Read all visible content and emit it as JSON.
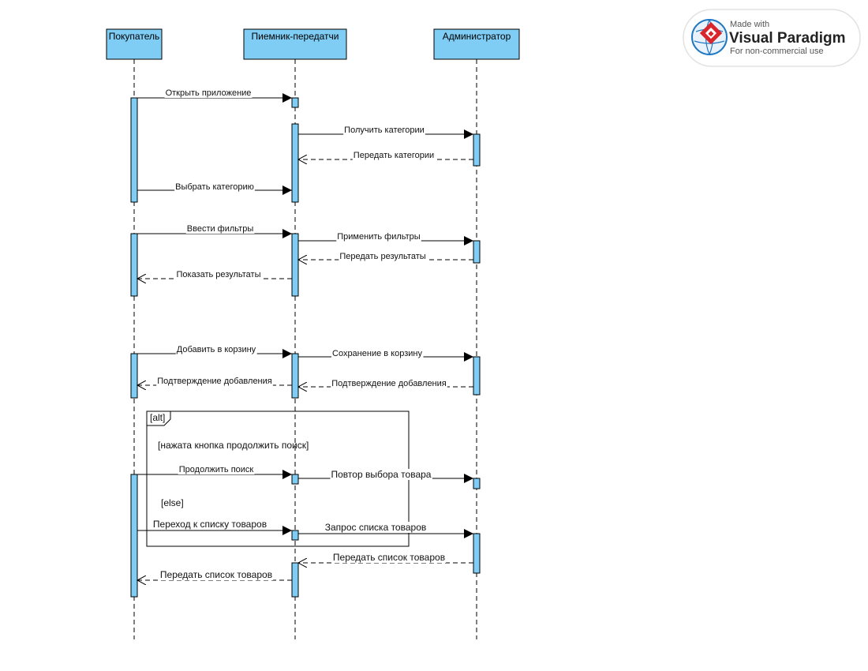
{
  "colors": {
    "fill": "#7fcdf5",
    "line": "#000000",
    "badge_red": "#d9262b",
    "badge_blue": "#1f78c1"
  },
  "lifelines": [
    {
      "id": "buyer",
      "label": "Покупатель"
    },
    {
      "id": "rx",
      "label": "Пиемник-передатчи"
    },
    {
      "id": "admin",
      "label": "Администратор"
    }
  ],
  "messages": [
    {
      "from": "buyer",
      "to": "rx",
      "label": "Открыть приложение",
      "kind": "sync"
    },
    {
      "from": "rx",
      "to": "admin",
      "label": "Получить категории",
      "kind": "sync"
    },
    {
      "from": "admin",
      "to": "rx",
      "label": "Передать категории",
      "kind": "reply"
    },
    {
      "from": "buyer",
      "to": "rx",
      "label": "Выбрать категорию",
      "kind": "sync"
    },
    {
      "from": "buyer",
      "to": "rx",
      "label": "Ввести фильтры",
      "kind": "sync"
    },
    {
      "from": "rx",
      "to": "admin",
      "label": "Применить фильтры",
      "kind": "sync"
    },
    {
      "from": "admin",
      "to": "rx",
      "label": "Передать результаты",
      "kind": "reply"
    },
    {
      "from": "rx",
      "to": "buyer",
      "label": "Показать результаты",
      "kind": "reply"
    },
    {
      "from": "buyer",
      "to": "rx",
      "label": "Добавить в корзину",
      "kind": "sync"
    },
    {
      "from": "rx",
      "to": "admin",
      "label": "Сохранение в корзину",
      "kind": "sync"
    },
    {
      "from": "rx",
      "to": "buyer",
      "label": "Подтверждение добавления",
      "kind": "reply"
    },
    {
      "from": "admin",
      "to": "rx",
      "label": "Подтверждение добавления",
      "kind": "reply"
    },
    {
      "from": "buyer",
      "to": "rx",
      "label": "Продолжить поиск",
      "kind": "sync"
    },
    {
      "from": "rx",
      "to": "admin",
      "label": "Повтор выбора товара",
      "kind": "sync"
    },
    {
      "from": "buyer",
      "to": "rx",
      "label": "Переход к списку товаров",
      "kind": "sync"
    },
    {
      "from": "rx",
      "to": "admin",
      "label": "Запрос списка товаров",
      "kind": "sync"
    },
    {
      "from": "admin",
      "to": "rx",
      "label": "Передать список товаров",
      "kind": "reply"
    },
    {
      "from": "rx",
      "to": "buyer",
      "label": "Передать список товаров",
      "kind": "reply"
    }
  ],
  "fragment": {
    "operator": "[alt]",
    "guard_1": "[нажата кнопка продолжить поиск]",
    "guard_2": "[else]"
  },
  "badge": {
    "line1": "Made with",
    "line2": "Visual Paradigm",
    "line3": "For non-commercial use"
  }
}
